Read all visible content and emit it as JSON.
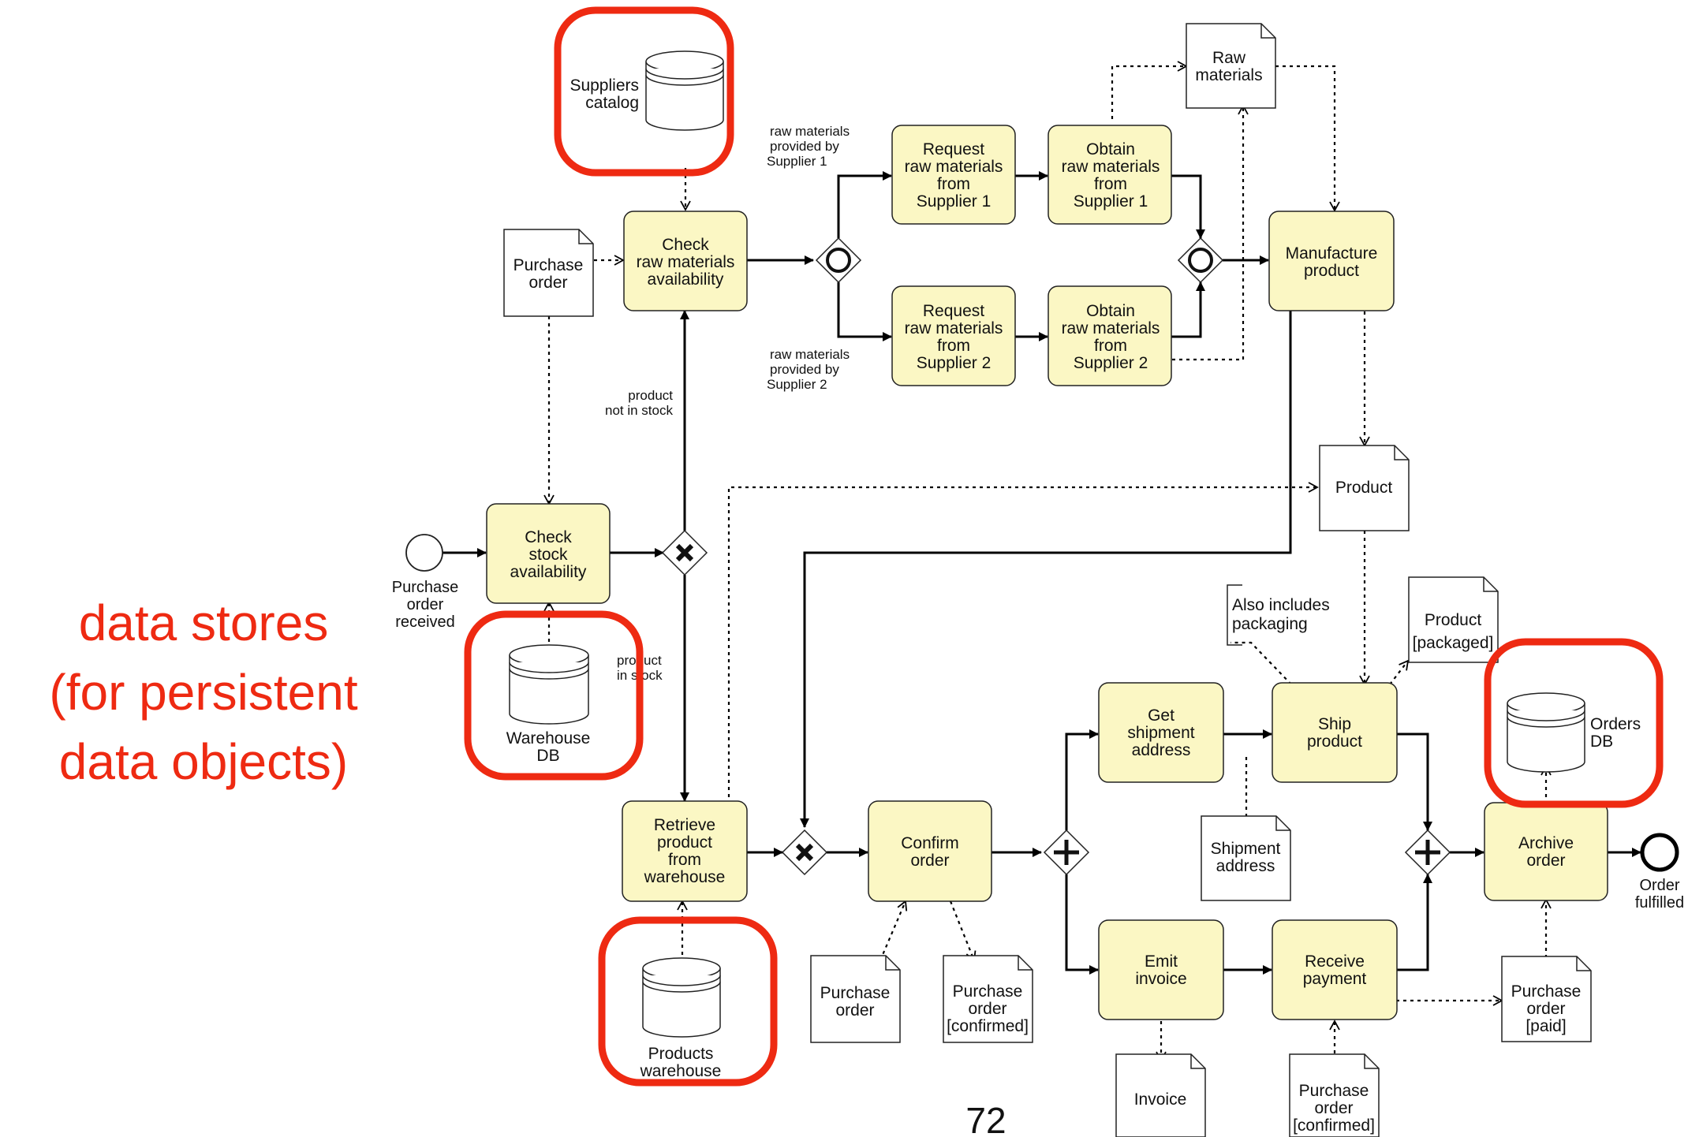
{
  "caption": [
    "data stores",
    "(for persistent",
    "data objects)"
  ],
  "page_number": "72",
  "colors": {
    "task_fill": "#fbf7c4",
    "highlight": "#ee2a12",
    "line": "#000000"
  },
  "events": {
    "start": [
      "Purchase",
      "order",
      "received"
    ],
    "end": [
      "Order",
      "fulfilled"
    ]
  },
  "tasks": {
    "check_stock": [
      "Check",
      "stock",
      "availability"
    ],
    "check_raw": [
      "Check",
      "raw materials",
      "availability"
    ],
    "request_s1": [
      "Request",
      "raw materials",
      "from",
      "Supplier 1"
    ],
    "obtain_s1": [
      "Obtain",
      "raw materials",
      "from",
      "Supplier 1"
    ],
    "request_s2": [
      "Request",
      "raw materials",
      "from",
      "Supplier 2"
    ],
    "obtain_s2": [
      "Obtain",
      "raw materials",
      "from",
      "Supplier 2"
    ],
    "manufacture": [
      "Manufacture",
      "product"
    ],
    "retrieve": [
      "Retrieve",
      "product",
      "from",
      "warehouse"
    ],
    "confirm": [
      "Confirm",
      "order"
    ],
    "get_shipment": [
      "Get",
      "shipment",
      "address"
    ],
    "ship": [
      "Ship",
      "product"
    ],
    "emit_invoice": [
      "Emit",
      "invoice"
    ],
    "receive_payment": [
      "Receive",
      "payment"
    ],
    "archive": [
      "Archive",
      "order"
    ]
  },
  "data_objects": {
    "purchase_order_top": [
      "Purchase",
      "order"
    ],
    "raw_materials": [
      "Raw",
      "materials"
    ],
    "product": [
      "Product"
    ],
    "product_packaged": [
      "Product",
      "[packaged]"
    ],
    "shipment_address": [
      "Shipment",
      "address"
    ],
    "purchase_order_bottom": [
      "Purchase",
      "order"
    ],
    "purchase_order_confirmed_1": [
      "Purchase",
      "order",
      "[confirmed]"
    ],
    "invoice": [
      "Invoice"
    ],
    "purchase_order_confirmed_2": [
      "Purchase",
      "order",
      "[confirmed]"
    ],
    "purchase_order_paid": [
      "Purchase",
      "order",
      "[paid]"
    ]
  },
  "data_stores": {
    "suppliers_catalog": [
      "Suppliers",
      "catalog"
    ],
    "warehouse_db": [
      "Warehouse",
      "DB"
    ],
    "products_warehouse": [
      "Products",
      "warehouse"
    ],
    "orders_db": [
      "Orders",
      "DB"
    ]
  },
  "annotation": [
    "Also includes",
    "packaging"
  ],
  "flow_labels": {
    "supplier1": [
      "raw materials",
      "provided by",
      "Supplier 1"
    ],
    "supplier2": [
      "raw materials",
      "provided by",
      "Supplier 2"
    ],
    "not_in_stock": [
      "product",
      "not in stock"
    ],
    "in_stock": [
      "product",
      "in stock"
    ]
  }
}
